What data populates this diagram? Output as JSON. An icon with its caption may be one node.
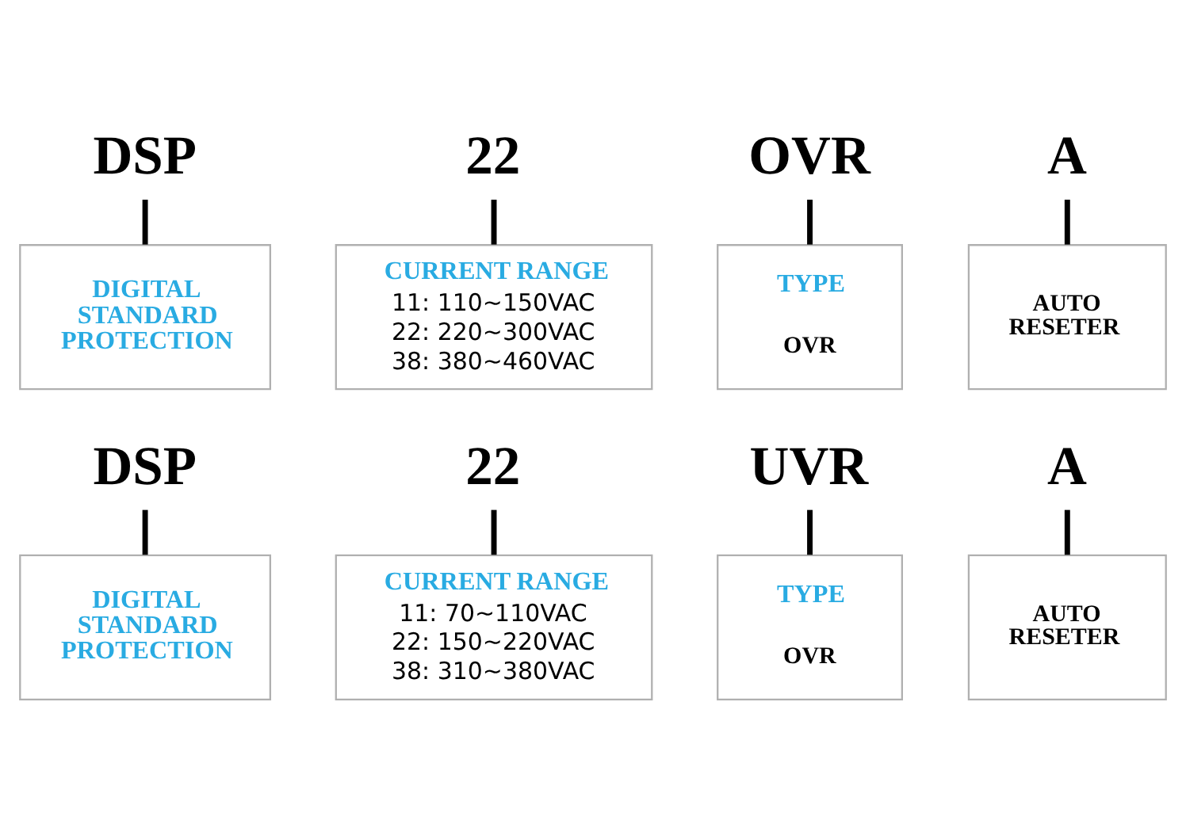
{
  "diagram": {
    "nodes": [
      {
        "text": [
          "DSP"
        ]
      },
      {
        "text": [
          "22"
        ]
      },
      {
        "text": [
          "OVR"
        ]
      },
      {
        "text": [
          "A"
        ]
      },
      {
        "text": [
          "DIGITAL STANDARD PROTECTION"
        ]
      },
      {
        "text": [
          "CURRENT RANGE",
          "11: 110~150VAC",
          "22: 220~300VAC",
          "38: 380~460VAC"
        ]
      },
      {
        "text": [
          "TYPE",
          "OVR"
        ]
      },
      {
        "text": [
          "AUTO RESETER"
        ]
      },
      {
        "text": [
          "DSP"
        ]
      },
      {
        "text": [
          "22"
        ]
      },
      {
        "text": [
          "UVR"
        ]
      },
      {
        "text": [
          "A"
        ]
      },
      {
        "text": [
          "DIGITAL STANDARD PROTECTION"
        ]
      },
      {
        "text": [
          "CURRENT RANGE",
          "11: 70~110VAC",
          "22: 150~220VAC",
          "38: 310~380VAC"
        ]
      },
      {
        "text": [
          "TYPE",
          "OVR"
        ]
      },
      {
        "text": [
          "AUTO RESETER"
        ]
      }
    ],
    "edges": [
      {
        "from": 0,
        "to": 4,
        "arrow": "none"
      },
      {
        "from": 1,
        "to": 5,
        "arrow": "none"
      },
      {
        "from": 2,
        "to": 6,
        "arrow": "none"
      },
      {
        "from": 3,
        "to": 7,
        "arrow": "none"
      },
      {
        "from": 8,
        "to": 12,
        "arrow": "none"
      },
      {
        "from": 9,
        "to": 13,
        "arrow": "none"
      },
      {
        "from": 10,
        "to": 14,
        "arrow": "none"
      },
      {
        "from": 11,
        "to": 15,
        "arrow": "none"
      }
    ]
  }
}
